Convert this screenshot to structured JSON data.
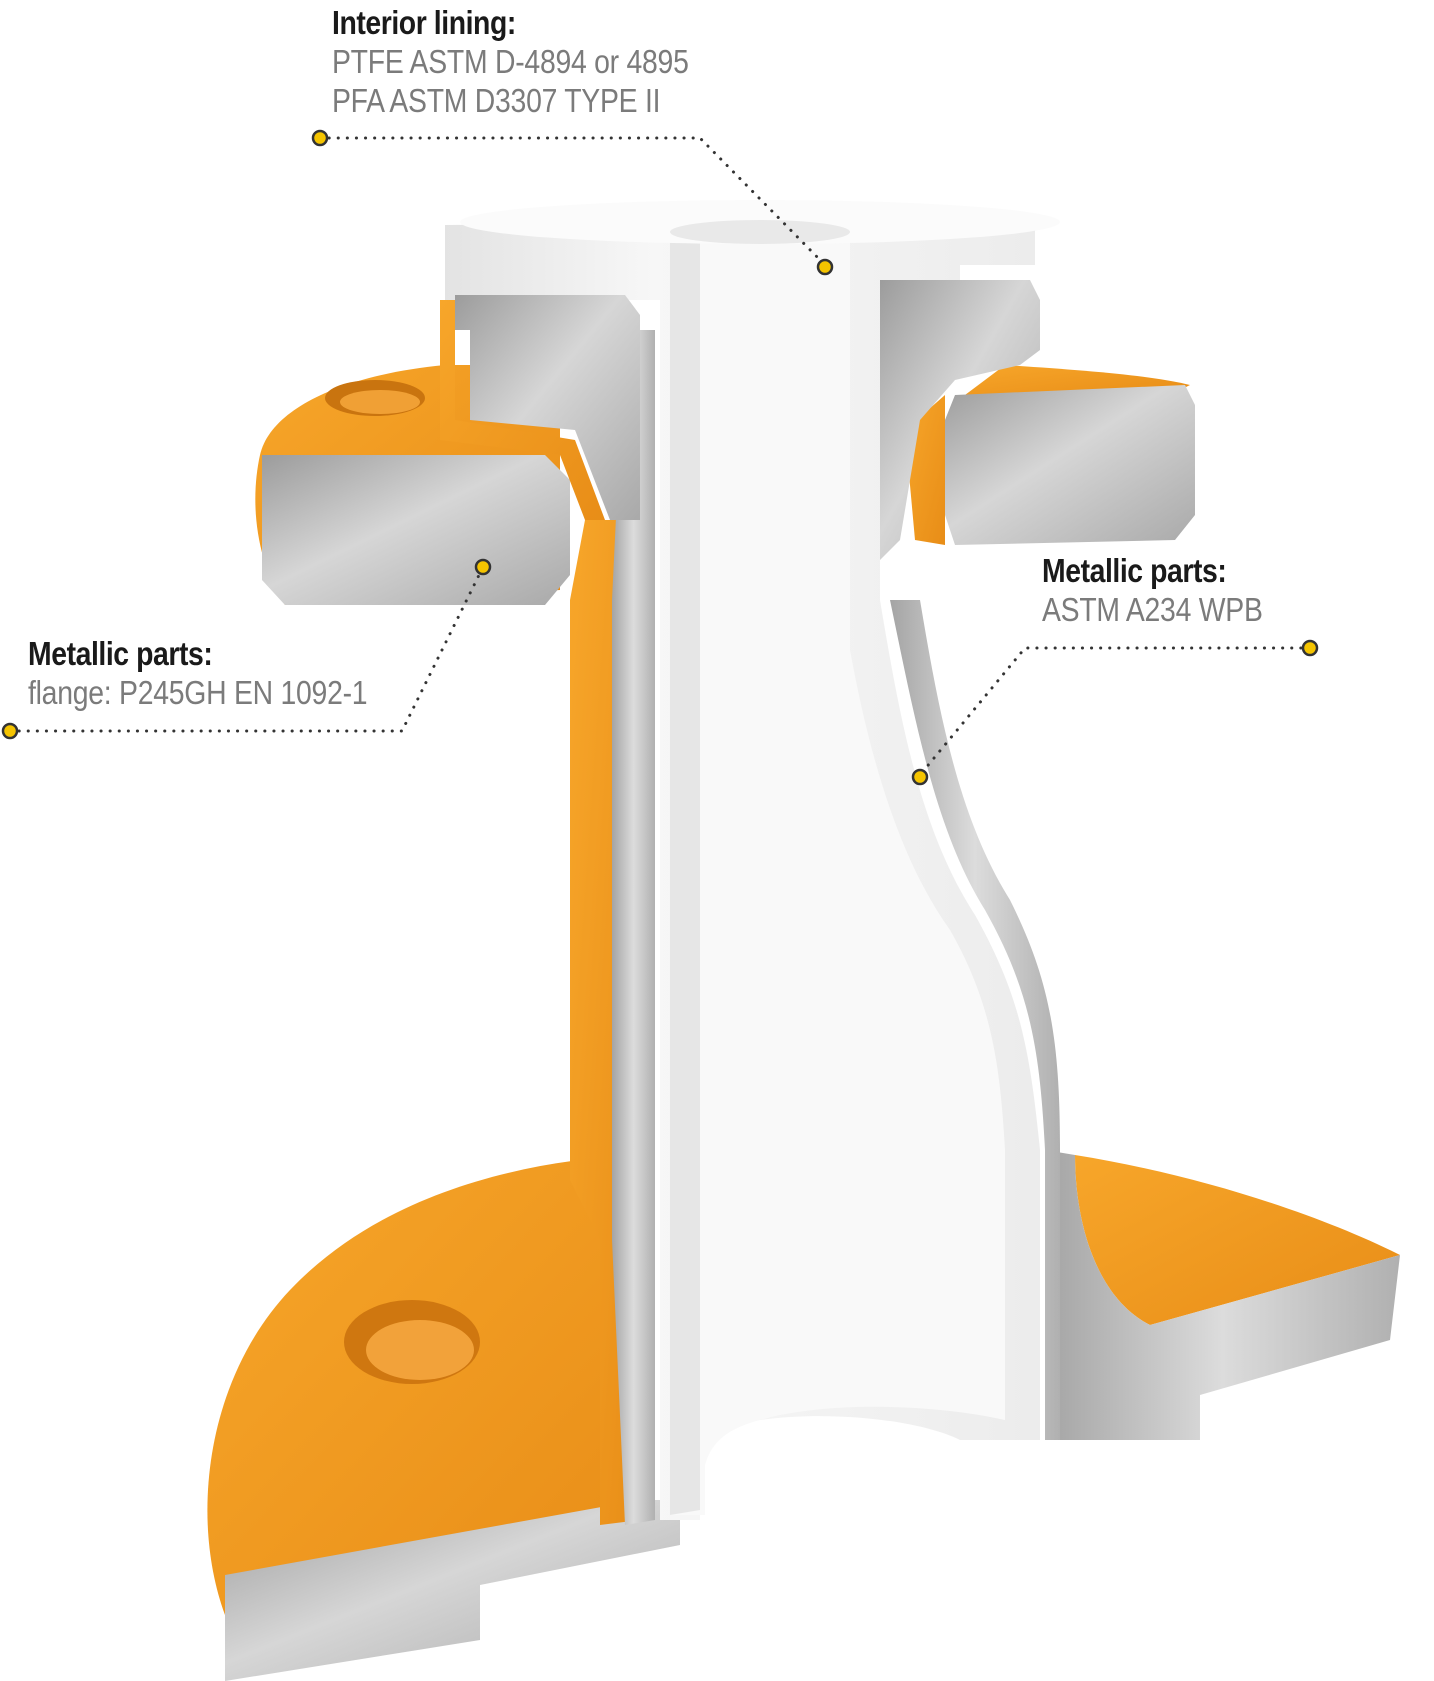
{
  "callouts": {
    "lining": {
      "title": "Interior lining:",
      "lines": [
        "PTFE ASTM D-4894 or 4895",
        "PFA ASTM D3307 TYPE II"
      ]
    },
    "flange": {
      "title": "Metallic parts:",
      "lines": [
        "flange: P245GH EN 1092-1"
      ]
    },
    "pipe": {
      "title": "Metallic parts:",
      "lines": [
        "ASTM A234 WPB"
      ]
    }
  },
  "colors": {
    "orange": "#F29A1E",
    "orange_dark": "#D9801A",
    "steel": "#BDBDBD",
    "steel_light": "#D8D8D8",
    "lining": "#F6F6F6",
    "marker": "#F5C400",
    "leader": "#333333"
  },
  "icons": [
    "marker-dot-icon"
  ]
}
